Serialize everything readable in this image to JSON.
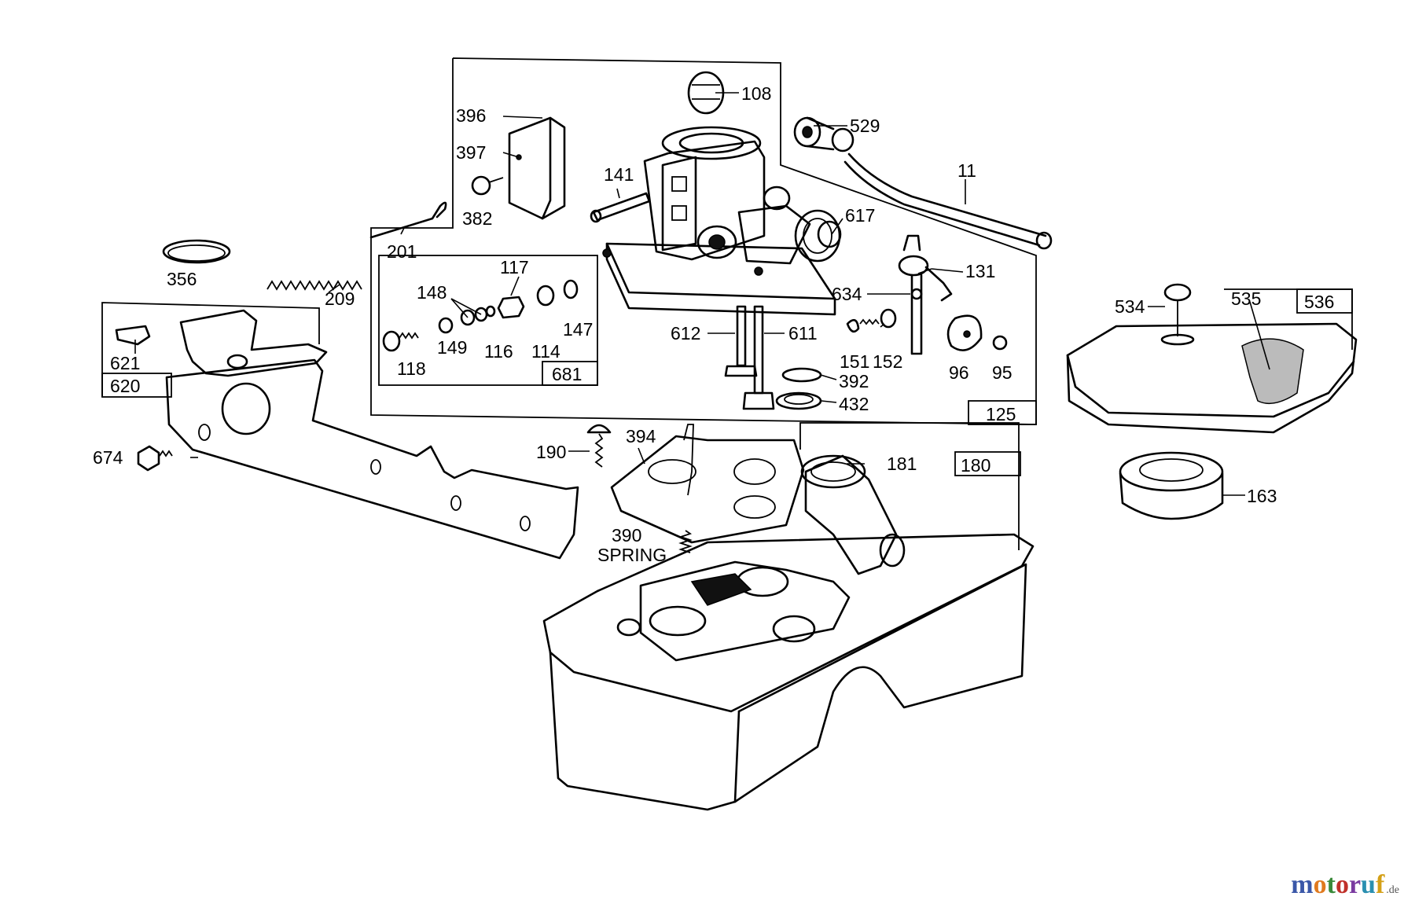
{
  "labels": {
    "l11": "11",
    "l95": "95",
    "l96": "96",
    "l108": "108",
    "l114": "114",
    "l116": "116",
    "l117": "117",
    "l118": "118",
    "l125": "125",
    "l131": "131",
    "l141": "141",
    "l147": "147",
    "l148": "148",
    "l149": "149",
    "l151": "151",
    "l152": "152",
    "l163": "163",
    "l180": "180",
    "l181": "181",
    "l190": "190",
    "l201": "201",
    "l209": "209",
    "l356": "356",
    "l382": "382",
    "l390": "390",
    "spring": "SPRING",
    "l392": "392",
    "l394": "394",
    "l396": "396",
    "l397": "397",
    "l432": "432",
    "l529": "529",
    "l534": "534",
    "l535": "535",
    "l536": "536",
    "l611": "611",
    "l612": "612",
    "l617": "617",
    "l620": "620",
    "l621": "621",
    "l634": "634",
    "l674": "674",
    "l681": "681"
  },
  "watermark": {
    "parts": [
      "m",
      "o",
      "t",
      "o",
      "r",
      "u",
      "f"
    ],
    "tld": ".de",
    "colors": [
      "#3a57a8",
      "#e07a1f",
      "#3a8a3a",
      "#c0302a",
      "#7a3aa0",
      "#2a8fb0",
      "#d4a017"
    ]
  }
}
